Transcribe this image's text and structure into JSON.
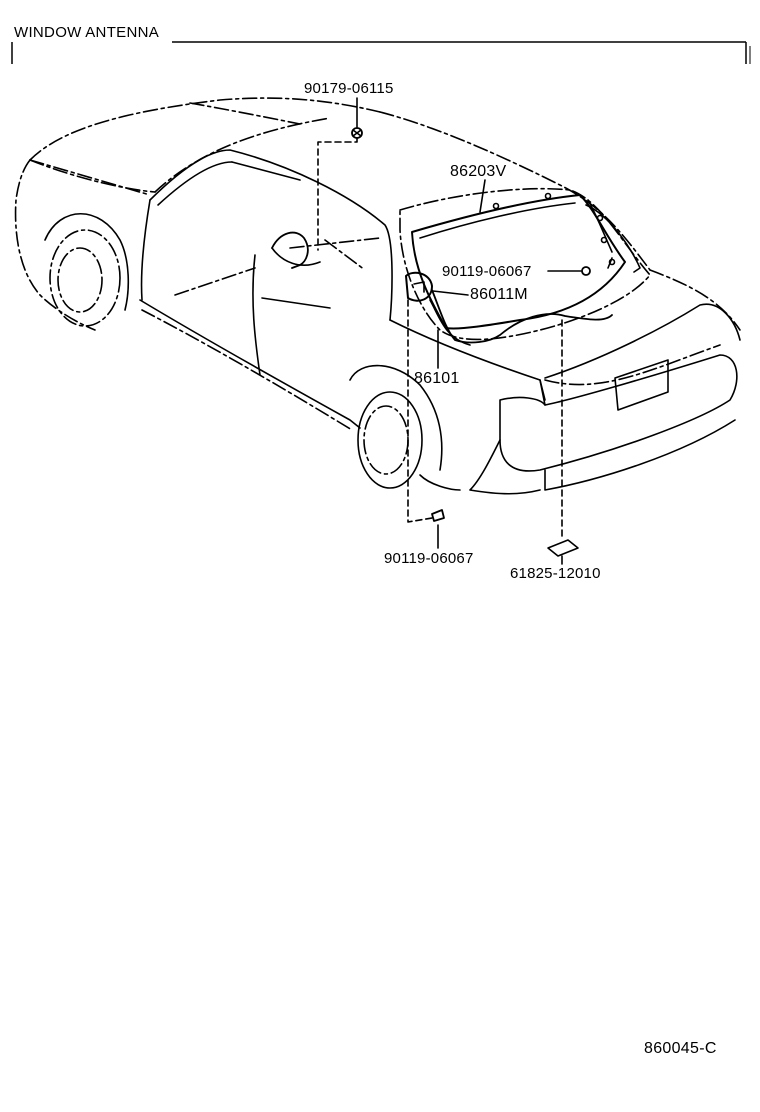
{
  "title": "WINDOW ANTENNA",
  "parts": {
    "screw_top": "90179-06115",
    "antenna_element": "86203V",
    "screw_right": "90119-06067",
    "amplifier": "86011M",
    "cable": "86101",
    "screw_bottom": "90119-06067",
    "clip": "61825-12010"
  },
  "diagram_code": "860045-C"
}
